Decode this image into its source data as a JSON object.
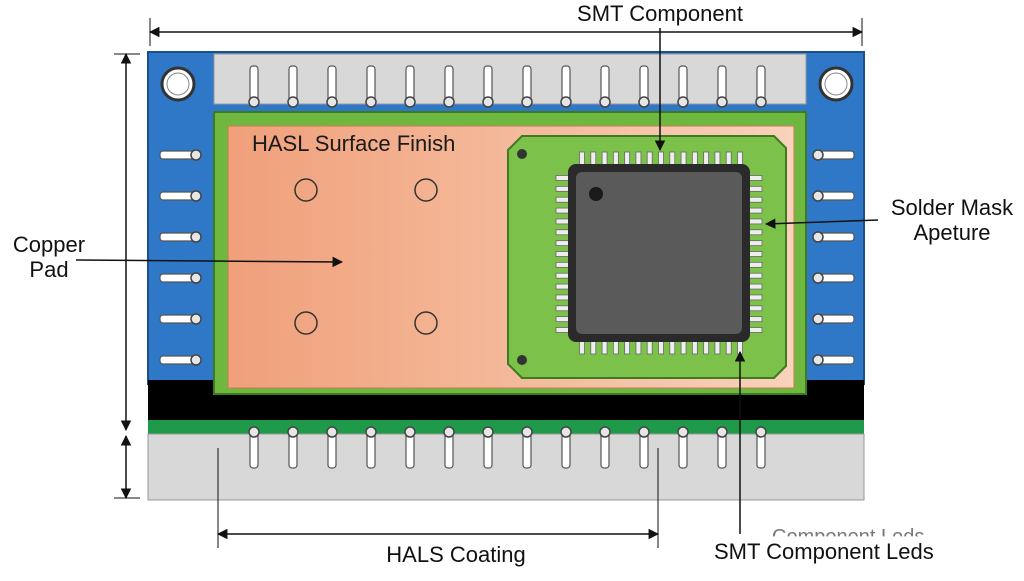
{
  "labels": {
    "top": "SMT Component",
    "hasl_finish": "HASL Surface Finish",
    "copper_pad_line1": "Copper",
    "copper_pad_line2": "Pad",
    "solder_mask_line1": "Solder Mask",
    "solder_mask_line2": "Apeture",
    "bottom_left": "HALS Coating",
    "bottom_right": "SMT Component Leds",
    "bottom_right_ghost": "Component Leds"
  },
  "colors": {
    "pcb_blue": "#2f78c8",
    "solder_mask_green": "#7cc24a",
    "copper": "#f2a57e",
    "chip": "#4a4a4a",
    "connector_gray": "#d8d8d8",
    "green_stripe": "#1f9a4a",
    "black_layer": "#000000"
  },
  "counts": {
    "top_pins": 14,
    "bottom_pins": 14,
    "side_pins_per_side": 6,
    "chip_leads_per_side": 15
  }
}
